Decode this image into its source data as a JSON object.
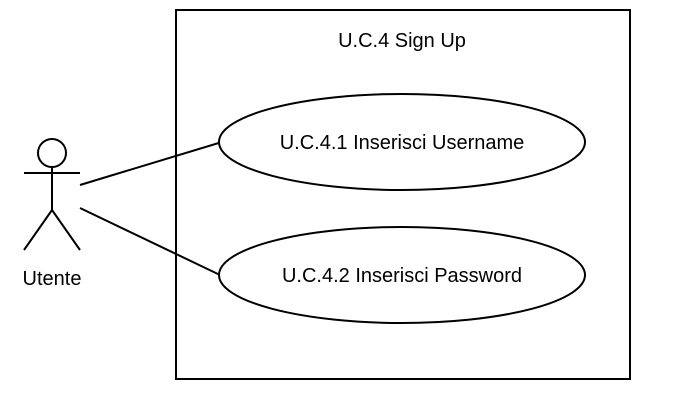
{
  "diagram": {
    "system": {
      "title": "U.C.4 Sign Up"
    },
    "actor": {
      "label": "Utente",
      "icon": "stick-figure-actor-icon"
    },
    "use_cases": [
      {
        "label": "U.C.4.1 Inserisci Username"
      },
      {
        "label": "U.C.4.2 Inserisci Password"
      }
    ],
    "colors": {
      "stroke": "#000000",
      "background": "#ffffff"
    }
  }
}
